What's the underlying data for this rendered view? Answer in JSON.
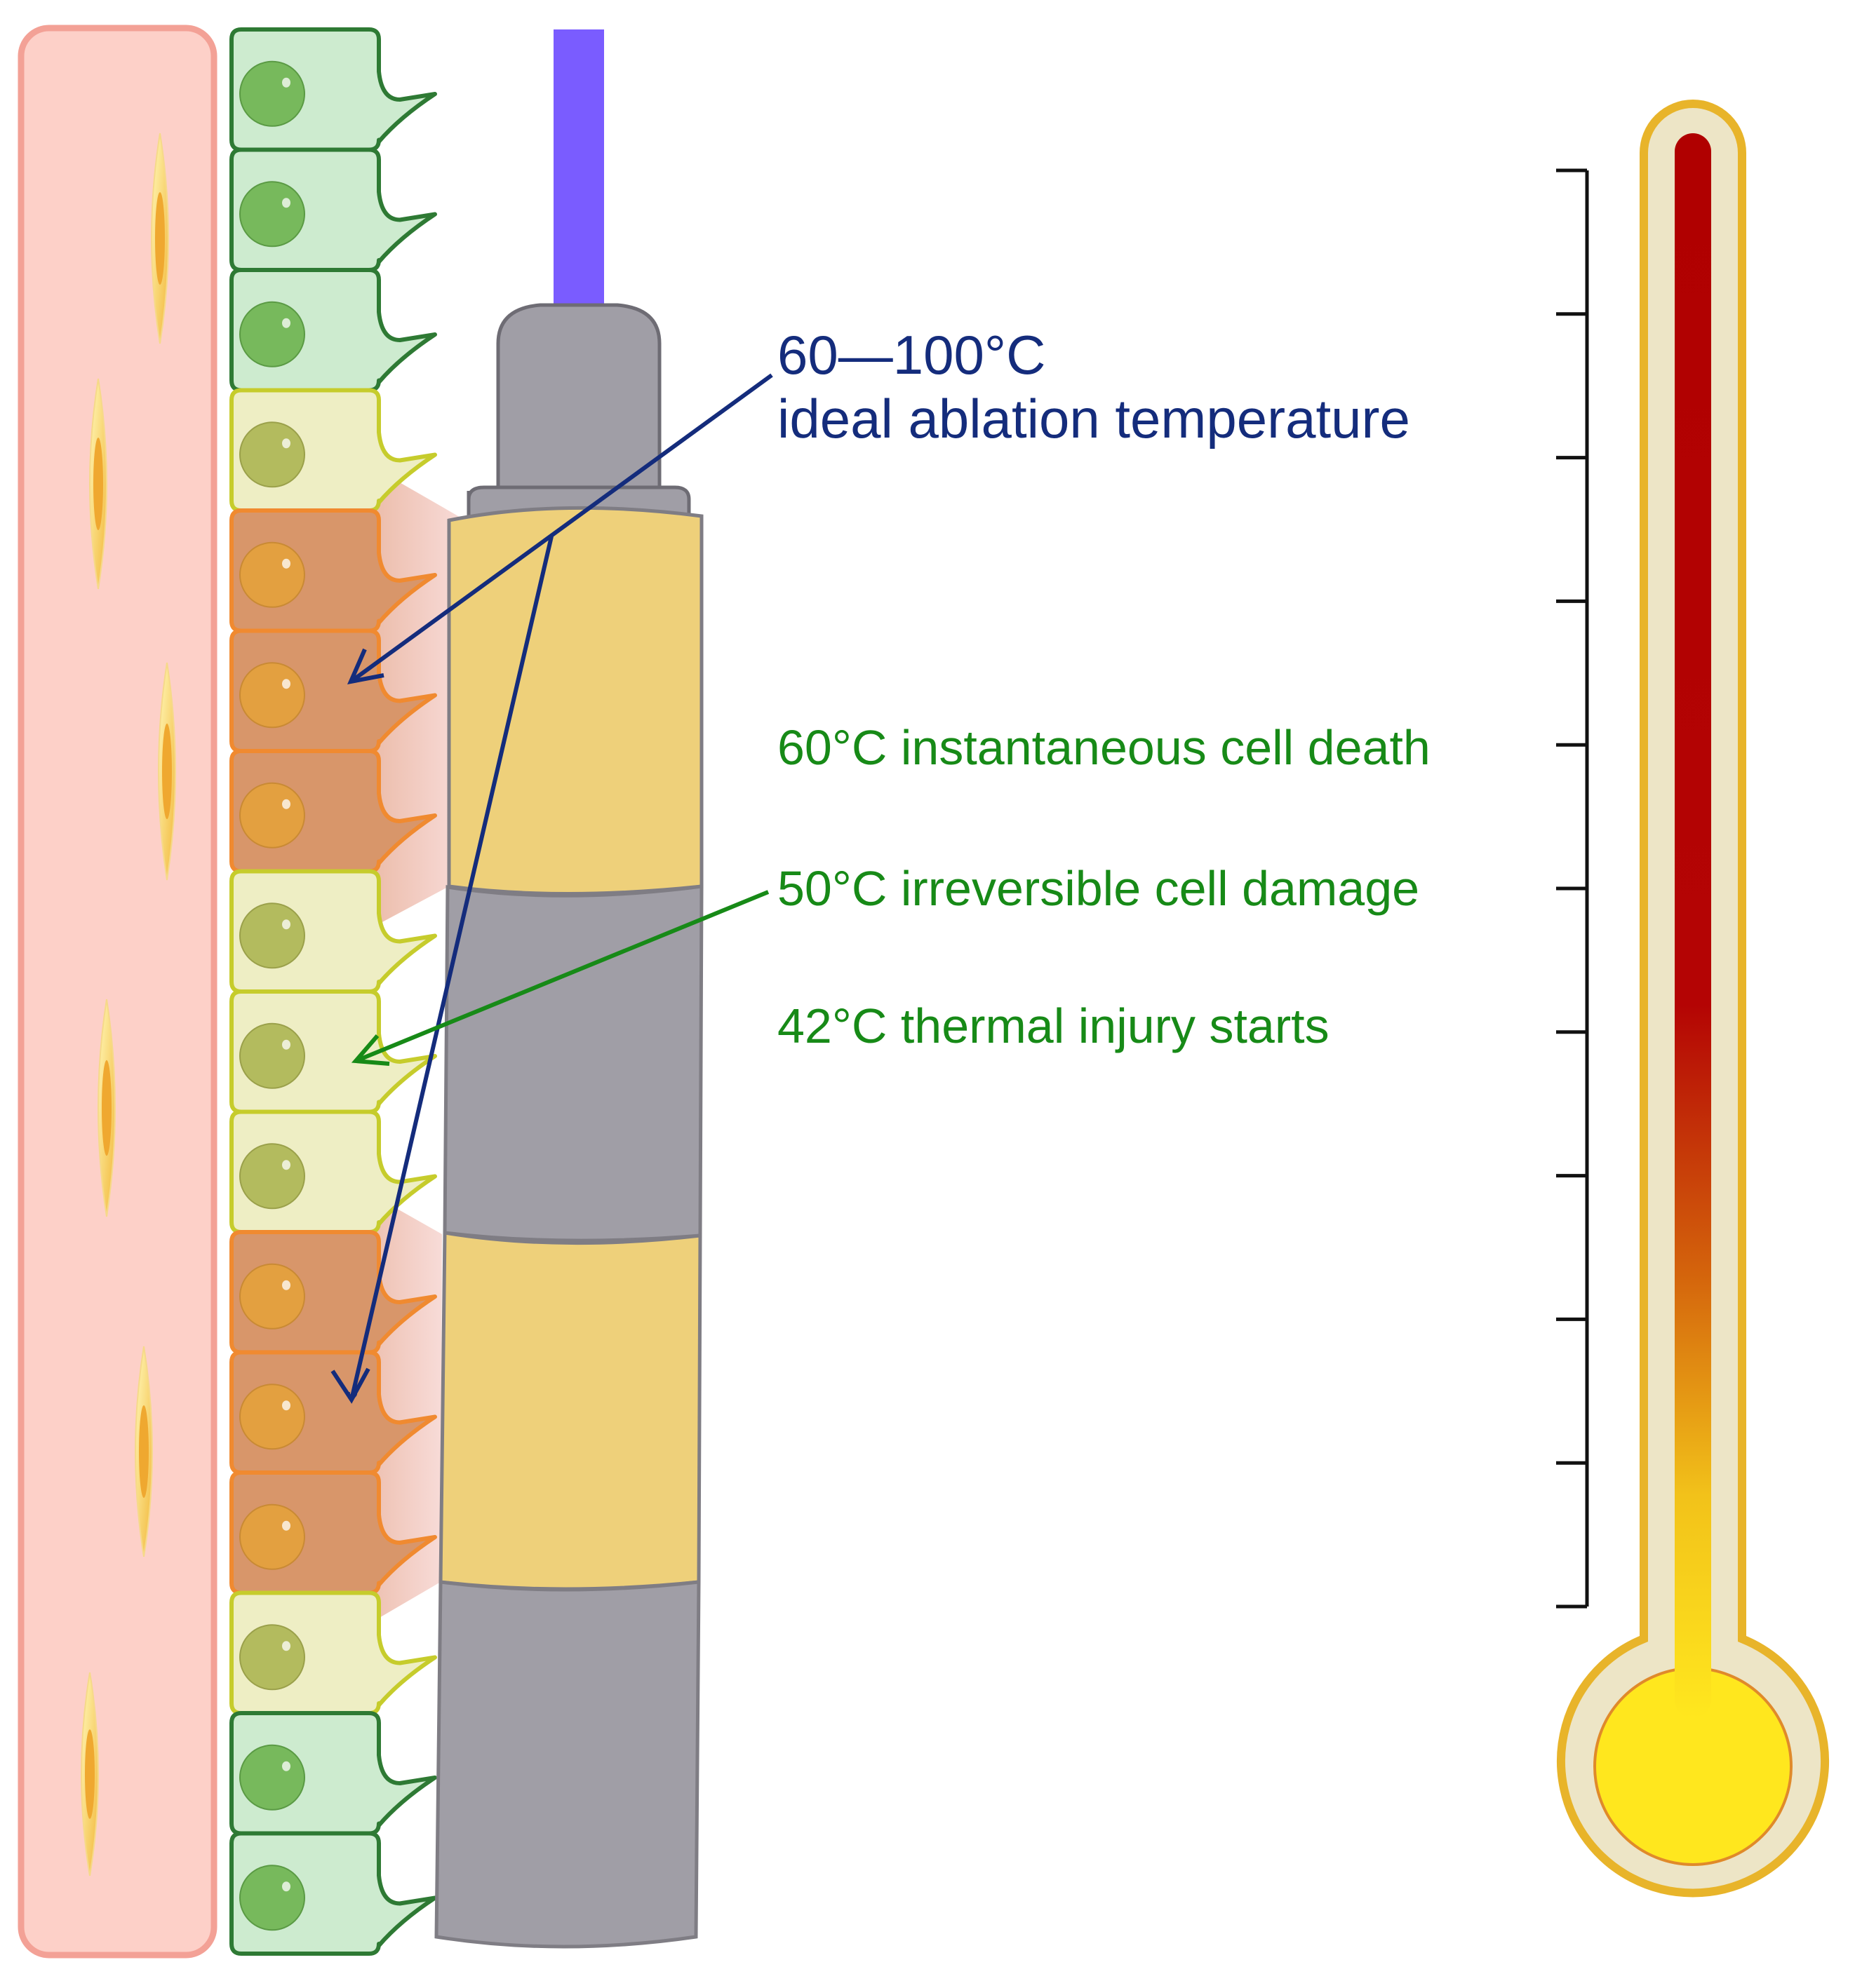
{
  "annotations": {
    "ablation_range": "60—100°C",
    "ablation_caption": "ideal ablation temperature",
    "cell_death": "60°C  instantaneous cell death",
    "cell_damage": "50°C  irreversible cell damage",
    "injury_start": "42°C  thermal injury starts"
  },
  "colors": {
    "annotation_blue": "#142c7c",
    "annotation_green": "#178a17",
    "healthy_cell_fill": "#cdebcf",
    "healthy_cell_stroke": "#2e7a34",
    "damaged_cell_fill": "#eeeec4",
    "damaged_cell_stroke": "#c6cc2c",
    "dead_cell_fill": "#d8966a",
    "dead_cell_stroke": "#f08a30",
    "muscle_layer": "#fdd0c8",
    "probe_grey": "#a09ea6",
    "electrode_yellow": "#eed07a",
    "catheter_wire": "#7a5cff",
    "thermometer_red": "#b00000",
    "thermometer_yellow": "#ffe71e"
  },
  "cell_states": [
    "healthy",
    "healthy",
    "healthy",
    "damaged",
    "dead",
    "dead",
    "dead",
    "damaged",
    "damaged",
    "damaged",
    "dead",
    "dead",
    "dead",
    "damaged",
    "healthy",
    "healthy"
  ],
  "thermometer": {
    "tick_count": 11,
    "fill": "red top fading to yellow bulb"
  }
}
